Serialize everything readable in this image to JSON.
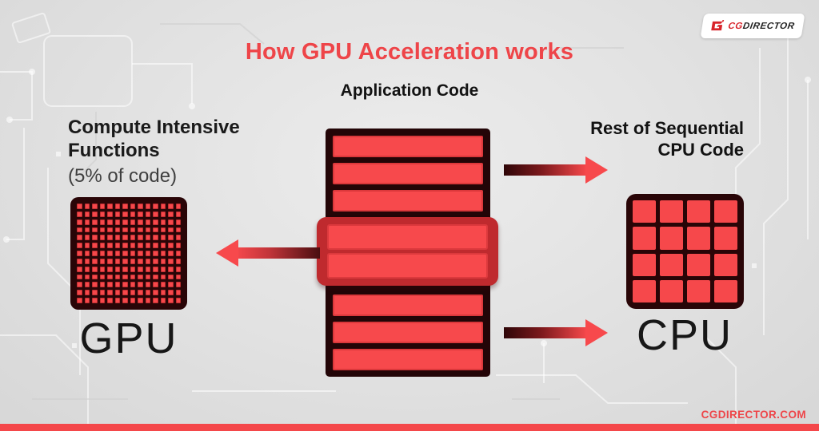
{
  "header": {
    "title": "How GPU Acceleration works",
    "logo": {
      "brand_cg": "CG",
      "brand_director": "DIRECTOR"
    }
  },
  "diagram": {
    "application_code_label": "Application Code",
    "compute_label": {
      "line1": "Compute Intensive",
      "line2": "Functions",
      "line3": "(5% of code)"
    },
    "sequential_label": {
      "line1": "Rest of Sequential",
      "line2": "CPU Code"
    },
    "gpu": {
      "label": "GPU",
      "grid_cols": 14,
      "grid_rows": 13
    },
    "cpu": {
      "label": "CPU",
      "grid_cols": 4,
      "grid_rows": 4
    },
    "code_stack": {
      "top_bars": 3,
      "highlight_bars": 2,
      "bottom_bars": 3
    }
  },
  "footer": {
    "url": "CGDIRECTOR.COM"
  },
  "colors": {
    "accent_red": "#f6484b",
    "dark_maroon": "#290507",
    "highlight_border": "#bf2a2e",
    "title_red": "#ee4549",
    "footer_bar": "#f4474a"
  }
}
